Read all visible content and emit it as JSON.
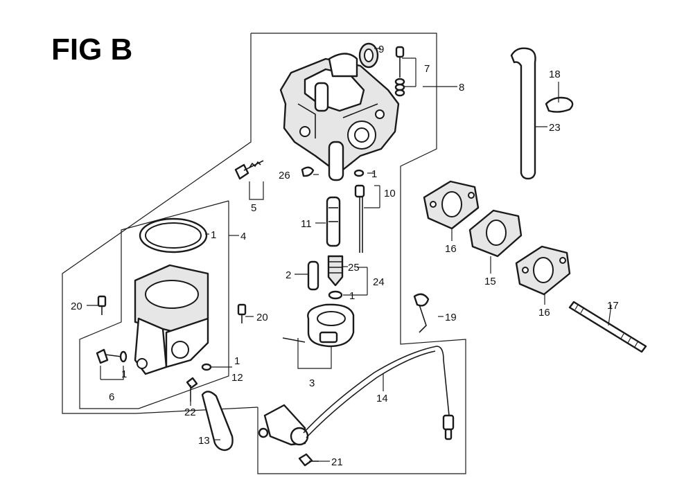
{
  "figure_title": "FIG B",
  "callouts": {
    "c1a": "1",
    "c1b": "1",
    "c1c": "1",
    "c1d": "1",
    "c1e": "1",
    "c2": "2",
    "c3": "3",
    "c4": "4",
    "c5": "5",
    "c6": "6",
    "c7": "7",
    "c8": "8",
    "c9": "9",
    "c10": "10",
    "c11": "11",
    "c12": "12",
    "c13": "13",
    "c14": "14",
    "c15": "15",
    "c16a": "16",
    "c16b": "16",
    "c17": "17",
    "c18": "18",
    "c19": "19",
    "c20a": "20",
    "c20b": "20",
    "c21": "21",
    "c22": "22",
    "c23": "23",
    "c24": "24",
    "c25": "25",
    "c26": "26"
  },
  "colors": {
    "line": "#1a1a1a",
    "background": "#ffffff"
  }
}
